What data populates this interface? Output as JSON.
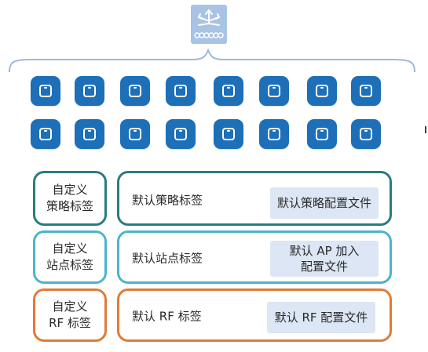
{
  "colors": {
    "ap_blue": "#1d6fb8",
    "controller_bg": "#a8c3e4",
    "policy_border": "#2a7b80",
    "site_border": "#4bb5c8",
    "rf_border": "#e07b39",
    "profile_bg": "#dce6f4"
  },
  "icons": {
    "controller": "wireless-controller-icon",
    "access_point": "access-point-icon"
  },
  "ap_count": 16,
  "rows": [
    {
      "custom_tag": [
        "自定义",
        "策略标签"
      ],
      "default_tag": "默认策略标签",
      "profile": [
        "默认策略配置文件"
      ]
    },
    {
      "custom_tag": [
        "自定义",
        "站点标签"
      ],
      "default_tag": "默认站点标签",
      "profile": [
        "默认 AP 加入",
        "配置文件"
      ]
    },
    {
      "custom_tag": [
        "自定义",
        "RF 标签"
      ],
      "default_tag": "默认 RF 标签",
      "profile": [
        "默认 RF 配置文件"
      ]
    }
  ]
}
